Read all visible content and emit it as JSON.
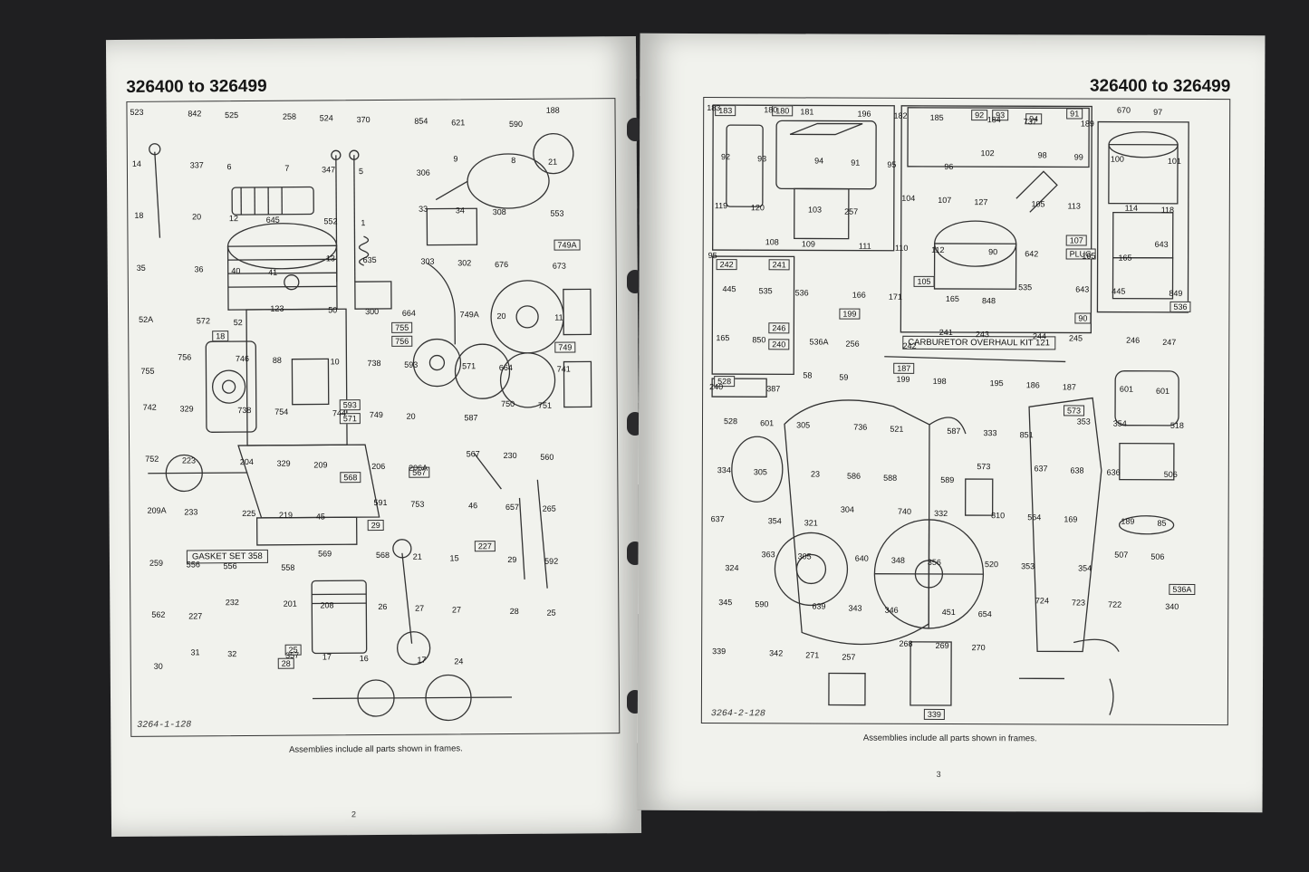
{
  "left_page": {
    "heading": "326400 to 326499",
    "caption": "Assemblies include all parts shown in frames.",
    "page_number": "2",
    "drawing_code": "3264-1-128",
    "kit_label": "GASKET SET 358",
    "part_labels": [
      "523",
      "842",
      "525",
      "258",
      "524",
      "370",
      "854",
      "621",
      "590",
      "188",
      "14",
      "337",
      "6",
      "7",
      "347",
      "5",
      "306",
      "9",
      "8",
      "21",
      "18",
      "20",
      "12",
      "645",
      "552",
      "1",
      "33",
      "34",
      "308",
      "553",
      "35",
      "36",
      "40",
      "41",
      "13",
      "635",
      "303",
      "302",
      "676",
      "673",
      "52A",
      "572",
      "52",
      "123",
      "50",
      "300",
      "664",
      "749A",
      "20",
      "11",
      "755",
      "756",
      "746",
      "88",
      "10",
      "738",
      "593",
      "571",
      "664",
      "741",
      "742",
      "329",
      "738",
      "754",
      "744",
      "749",
      "20",
      "587",
      "750",
      "751",
      "752",
      "223",
      "204",
      "329",
      "209",
      "206",
      "206A",
      "567",
      "230",
      "560",
      "209A",
      "233",
      "225",
      "219",
      "45",
      "591",
      "753",
      "46",
      "657",
      "265",
      "259",
      "556",
      "556",
      "558",
      "569",
      "568",
      "21",
      "15",
      "29",
      "592",
      "562",
      "227",
      "232",
      "201",
      "208",
      "26",
      "27",
      "27",
      "28",
      "25",
      "30",
      "31",
      "32",
      "357",
      "17",
      "16",
      "17",
      "24"
    ],
    "frame_labels": [
      "18",
      "593",
      "571",
      "568",
      "567",
      "29",
      "227",
      "28",
      "25",
      "749",
      "749A",
      "755",
      "756"
    ]
  },
  "right_page": {
    "heading": "326400 to 326499",
    "caption": "Assemblies include all parts shown in frames.",
    "page_number": "3",
    "drawing_code": "3264-2-128",
    "kit_label": "CARBURETOR OVERHAUL KIT 121",
    "plug_label": "PLUG",
    "part_labels": [
      "183",
      "180",
      "181",
      "196",
      "182",
      "185",
      "184",
      "737",
      "189",
      "670",
      "97",
      "92",
      "93",
      "94",
      "91",
      "95",
      "96",
      "102",
      "98",
      "99",
      "100",
      "101",
      "119",
      "120",
      "103",
      "257",
      "104",
      "107",
      "127",
      "105",
      "113",
      "114",
      "118",
      "95",
      "108",
      "109",
      "111",
      "110",
      "112",
      "90",
      "642",
      "165",
      "165",
      "643",
      "445",
      "535",
      "536",
      "166",
      "171",
      "165",
      "848",
      "535",
      "643",
      "445",
      "849",
      "165",
      "850",
      "536A",
      "256",
      "242",
      "241",
      "243",
      "244",
      "245",
      "246",
      "247",
      "240",
      "387",
      "58",
      "59",
      "199",
      "198",
      "195",
      "186",
      "187",
      "601",
      "601",
      "528",
      "601",
      "305",
      "736",
      "521",
      "587",
      "333",
      "851",
      "353",
      "354",
      "518",
      "334",
      "305",
      "23",
      "586",
      "588",
      "589",
      "573",
      "637",
      "638",
      "636",
      "506",
      "637",
      "354",
      "321",
      "304",
      "740",
      "332",
      "810",
      "564",
      "169",
      "189",
      "85",
      "324",
      "363",
      "305",
      "640",
      "348",
      "356",
      "520",
      "353",
      "354",
      "507",
      "506",
      "345",
      "590",
      "639",
      "343",
      "346",
      "451",
      "654",
      "724",
      "723",
      "722",
      "340",
      "339",
      "342",
      "271",
      "257",
      "268",
      "269",
      "270"
    ],
    "frame_labels": [
      "183",
      "180",
      "91",
      "92",
      "93",
      "94",
      "107",
      "105",
      "242",
      "241",
      "246",
      "240",
      "199",
      "187",
      "528",
      "573",
      "536",
      "536A",
      "90",
      "339"
    ]
  }
}
